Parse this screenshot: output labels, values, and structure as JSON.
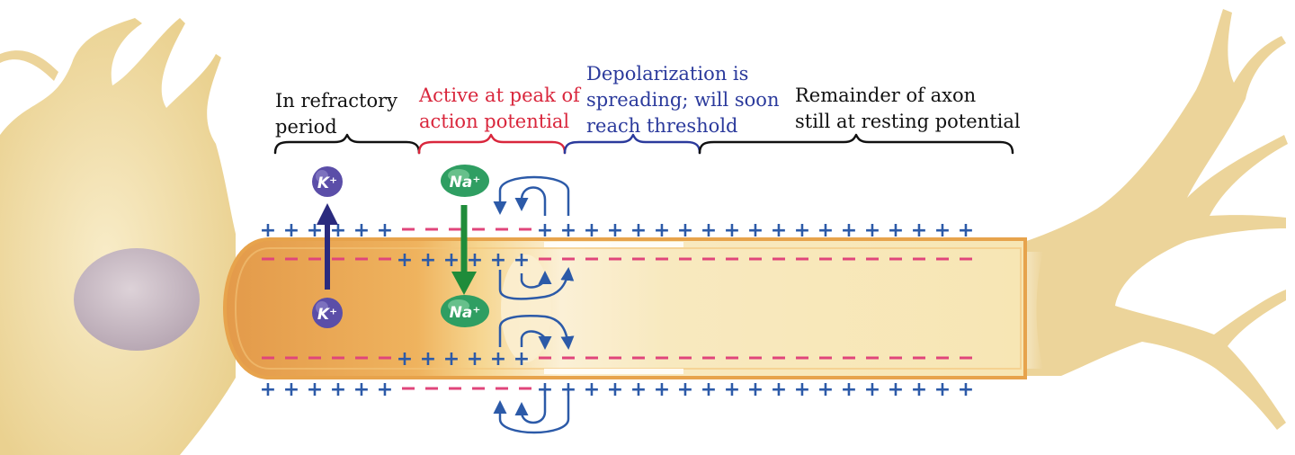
{
  "labels": {
    "refractory": [
      "In refractory",
      "period"
    ],
    "peak": [
      "Active at peak of",
      "action potential"
    ],
    "depolarizing": [
      "Depolarization is",
      "spreading; will soon",
      "reach threshold"
    ],
    "resting": [
      "Remainder of axon",
      "still at resting potential"
    ]
  },
  "ions": {
    "potassium": "K⁺",
    "sodium": "Na⁺"
  },
  "charges": {
    "positive": "+",
    "negative": "–"
  },
  "colors": {
    "refractory_label": "#111111",
    "peak_label": "#d9263c",
    "depolarizing_label": "#2b3a9c",
    "resting_label": "#111111",
    "plus_sign": "#2c5aa8",
    "minus_dash": "#e0457b",
    "potassium": "#5b4ea8",
    "sodium": "#2f9e62",
    "na_arrow": "#1f8c3a",
    "k_arrow": "#2a2a7e",
    "current_arrow": "#2c5aa8",
    "neuron": "#f0d9a0",
    "nucleus": "#cfc0c8"
  }
}
